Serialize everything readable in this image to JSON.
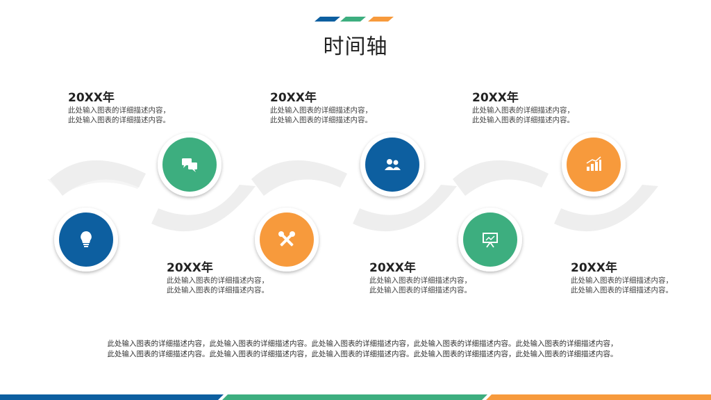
{
  "slide": {
    "title": "时间轴",
    "colors": {
      "blue": "#0d5fa0",
      "green": "#3dae7f",
      "orange": "#f79a3c",
      "arc": "#eeeeee",
      "text": "#333333"
    },
    "items": [
      {
        "year": "20XX年",
        "desc": "此处输入图表的详细描述内容，此处输入图表的详细描述内容。",
        "icon": "lightbulb-icon",
        "color": "blue"
      },
      {
        "year": "20XX年",
        "desc": "此处输入图表的详细描述内容，此处输入图表的详细描述内容。",
        "icon": "chat-bubbles-icon",
        "color": "green"
      },
      {
        "year": "20XX年",
        "desc": "此处输入图表的详细描述内容，此处输入图表的详细描述内容。",
        "icon": "tools-icon",
        "color": "orange"
      },
      {
        "year": "20XX年",
        "desc": "此处输入图表的详细描述内容，此处输入图表的详细描述内容。",
        "icon": "users-icon",
        "color": "blue"
      },
      {
        "year": "20XX年",
        "desc": "此处输入图表的详细描述内容，此处输入图表的详细描述内容。",
        "icon": "presentation-board-icon",
        "color": "green"
      },
      {
        "year": "20XX年",
        "desc": "此处输入图表的详细描述内容，此处输入图表的详细描述内容。",
        "icon": "bar-chart-icon",
        "color": "orange"
      }
    ],
    "summary": "此处输入图表的详细描述内容，此处输入图表的详细描述内容。此处输入图表的详细描述内容，此处输入图表的详细描述内容。此处输入图表的详细描述内容，此处输入图表的详细描述内容。此处输入图表的详细描述内容，此处输入图表的详细描述内容。此处输入图表的详细描述内容，此处输入图表的详细描述内容。"
  }
}
